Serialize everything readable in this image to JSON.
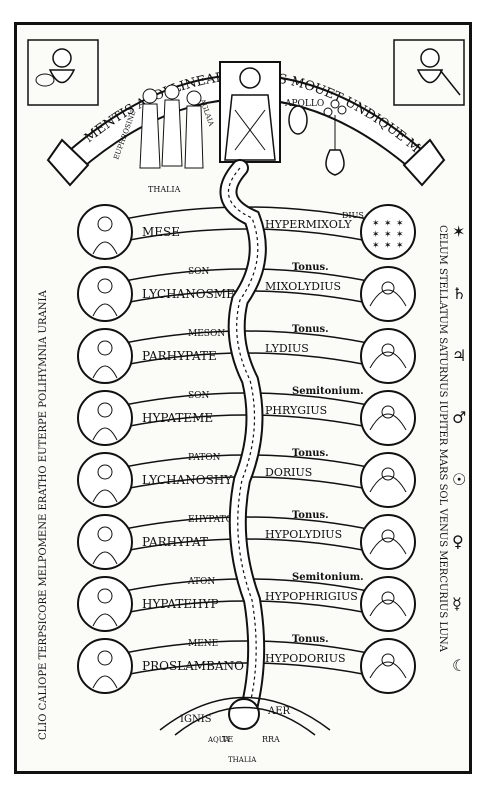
{
  "banner": "MENTIS APOLLINEAE VIS HAS MOUET UNDIQUE MUSAS",
  "apollo": "APOLLO",
  "graces": [
    "EUPHROSINE",
    "AGLAIA",
    "THALIA"
  ],
  "muses_left": "CLIO CALIOPE TERPSICORE MELPOMENE ERATHO EUTERPE POLIHYMNIA URANIA",
  "planets_right": "CELUM STELLATUM SATURNUS IUPITER MARS SOL VENUS MERCURIUS LUNA",
  "bands": [
    {
      "top": "",
      "mid": "MESE",
      "mode": "HYPERMIXOLY",
      "tail": "DIUS",
      "interval": "Tonus."
    },
    {
      "top": "SON",
      "mid": "LYCHANOSME",
      "mode": "MIXOLYDIUS",
      "tail": "",
      "interval": "Tonus."
    },
    {
      "top": "MESON",
      "mid": "PARHYPATE",
      "mode": "LYDIUS",
      "tail": "",
      "interval": "Semitonium."
    },
    {
      "top": "SON",
      "mid": "HYPATEME",
      "mode": "PHRYGIUS",
      "tail": "",
      "interval": "Tonus."
    },
    {
      "top": "PATON",
      "mid": "LYCHANOSHY",
      "mode": "DORIUS",
      "tail": "",
      "interval": "Tonus."
    },
    {
      "top": "EHYPATO",
      "mid": "PARHYPAT",
      "mode": "HYPOLYDIUS",
      "tail": "",
      "interval": "Semitonium."
    },
    {
      "top": "ATON",
      "mid": "HYPATEHYP",
      "mode": "HYPOPHRIGIUS",
      "tail": "",
      "interval": "Tonus."
    },
    {
      "top": "MENE",
      "mid": "PROSLAMBANO",
      "mode": "HYPODORIUS",
      "tail": "",
      "interval": ""
    }
  ],
  "bottom": {
    "ignis": "IGNIS",
    "aer": "AER",
    "aqua": "AQUA",
    "terra_left": "TE",
    "terra_right": "RRA",
    "thalia": "THALIA"
  },
  "planet_symbols": [
    "✶",
    "♄",
    "♃",
    "♂",
    "☉",
    "♀",
    "☿",
    "☾"
  ]
}
